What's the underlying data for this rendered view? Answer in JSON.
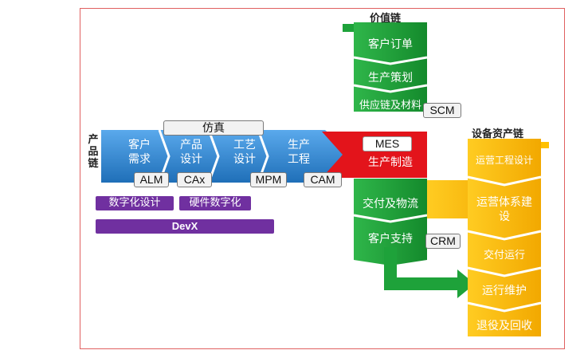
{
  "product_chain": {
    "title": "产品链",
    "stages": [
      {
        "line1": "客户",
        "line2": "需求",
        "tool": "ALM"
      },
      {
        "line1": "产品",
        "line2": "设计",
        "tool": "CAx"
      },
      {
        "line1": "工艺",
        "line2": "设计",
        "tool": "MPM"
      },
      {
        "line1": "生产",
        "line2": "工程",
        "tool": "CAM"
      }
    ],
    "simulation": "仿真",
    "digital_design": "数字化设计",
    "hardware_digital": "硬件数字化",
    "devx": "DevX"
  },
  "value_chain": {
    "title": "价值链",
    "stages": [
      "客户订单",
      "生产策划",
      "供应链及材料"
    ],
    "scm": "SCM",
    "mes": "MES",
    "mfg": "生产制造",
    "after": [
      "交付及物流",
      "客户支持"
    ],
    "crm": "CRM"
  },
  "asset_chain": {
    "title": "设备资产链",
    "stages": [
      "运营工程设计",
      "运营体系建设",
      "交付运行",
      "运行维护",
      "退役及回收"
    ]
  },
  "colors": {
    "blue": "#3b8fd6",
    "green": "#1ea23a",
    "red": "#e3141b",
    "yellow": "#ffc000",
    "purple": "#7030a0"
  }
}
